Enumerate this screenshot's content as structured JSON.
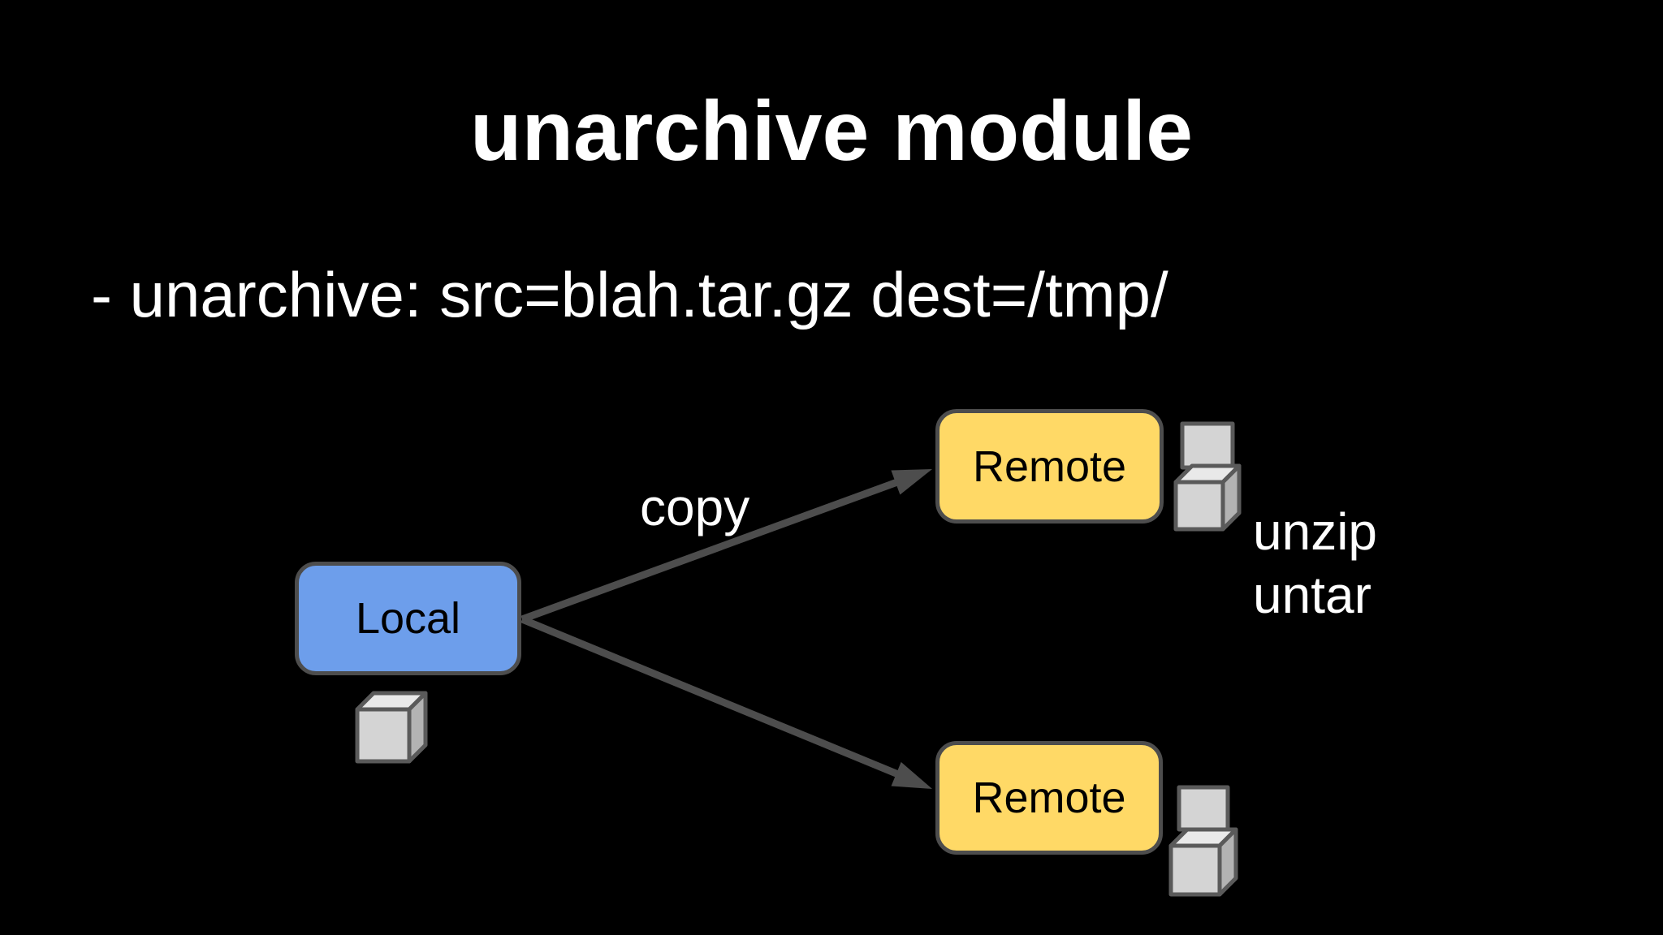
{
  "slide": {
    "title": "unarchive module",
    "bullet": "- unarchive: src=blah.tar.gz dest=/tmp/",
    "background_color": "#000000",
    "text_color": "#ffffff"
  },
  "diagram": {
    "nodes": [
      {
        "id": "local",
        "label": "Local",
        "fill": "#6d9eeb",
        "border": "#4d4d4d"
      },
      {
        "id": "remote-top",
        "label": "Remote",
        "fill": "#ffd966",
        "border": "#4d4d4d"
      },
      {
        "id": "remote-bottom",
        "label": "Remote",
        "fill": "#ffd966",
        "border": "#4d4d4d"
      }
    ],
    "edges": [
      {
        "from": "local",
        "to": "remote-top",
        "label": "copy"
      },
      {
        "from": "local",
        "to": "remote-bottom",
        "label": ""
      }
    ],
    "side_label": {
      "line1": "unzip",
      "line2": "untar"
    },
    "icons": [
      {
        "name": "file-cube-icon",
        "at": "local",
        "count": 1
      },
      {
        "name": "file-cubes-stack-icon",
        "at": "remote-top",
        "count": 2
      },
      {
        "name": "file-cubes-stack-icon",
        "at": "remote-bottom",
        "count": 2
      }
    ],
    "colors": {
      "arrow": "#4d4d4d",
      "cube_front": "#d4d4d4",
      "cube_top": "#e9e9e9",
      "cube_side": "#b3b3b3",
      "cube_border": "#5a5a5a"
    }
  }
}
